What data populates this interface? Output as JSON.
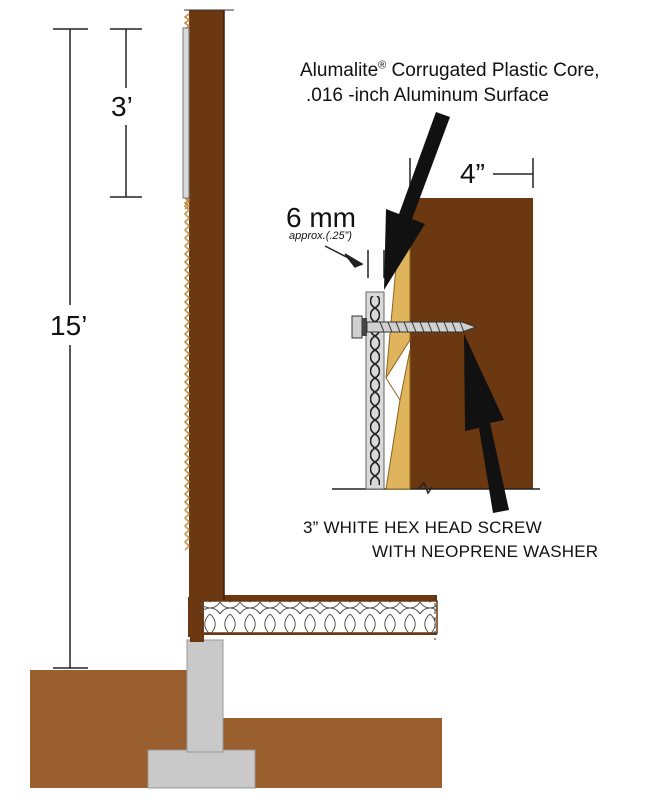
{
  "labels": {
    "dim_3ft": "3’",
    "dim_15ft": "15’",
    "dim_4in": "4”",
    "dim_6mm": "6 mm",
    "dim_approx": "approx.(.25”)",
    "core_line1_brand": "Alumalite",
    "core_line1_reg": "®",
    "core_line1_rest": " Corrugated Plastic Core,",
    "core_line2": ".016 -inch Aluminum Surface",
    "screw_line1": "3” WHITE HEX HEAD SCREW",
    "screw_line2": "WITH NEOPRENE WASHER"
  },
  "colors": {
    "wood": "#6b3812",
    "wood_dark": "#3f1e08",
    "soil": "#9a5f2e",
    "concrete": "#c9c9c9",
    "shim": "#e0b45c",
    "panel": "#d9d9d9",
    "insulation": "#f4f4f4"
  }
}
